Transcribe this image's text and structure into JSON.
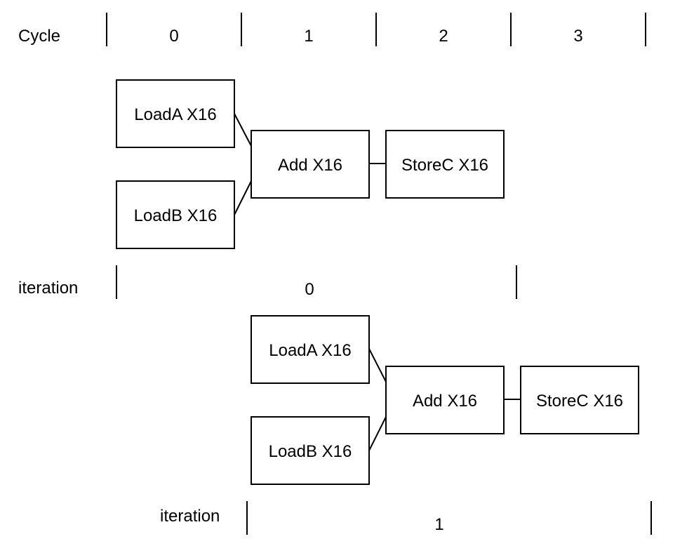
{
  "header": {
    "cycle_label": "Cycle",
    "cycles": [
      "0",
      "1",
      "2",
      "3"
    ]
  },
  "iteration_rows": [
    {
      "label": "iteration",
      "index": "0",
      "nodes": {
        "load_a": "LoadA X16",
        "load_b": "LoadB X16",
        "add": "Add X16",
        "store": "StoreC X16"
      }
    },
    {
      "label": "iteration",
      "index": "1",
      "nodes": {
        "load_a": "LoadA X16",
        "load_b": "LoadB X16",
        "add": "Add X16",
        "store": "StoreC X16"
      }
    }
  ]
}
